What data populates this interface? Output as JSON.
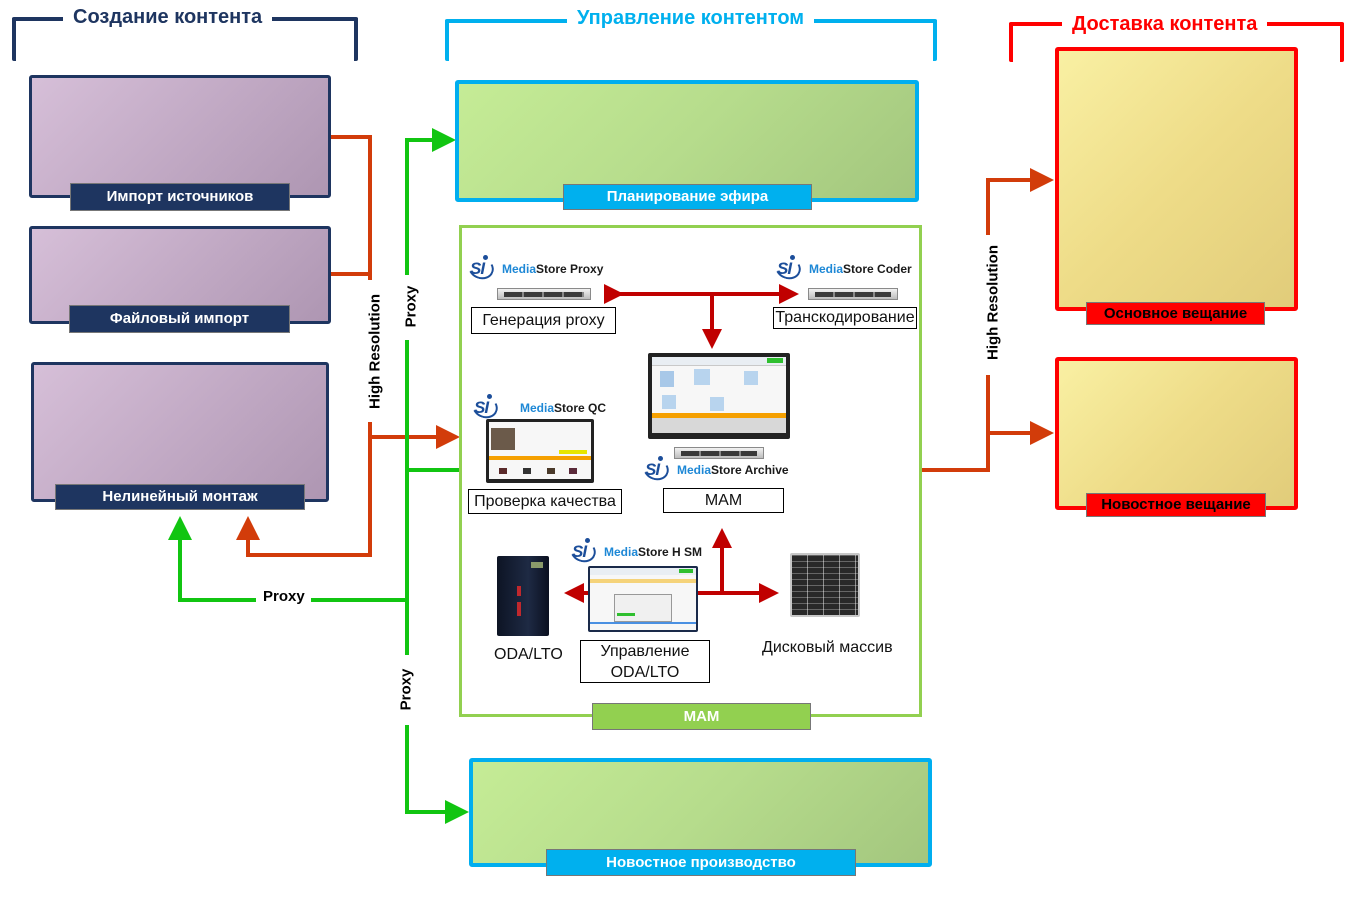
{
  "sections": {
    "creation": {
      "title": "Создание контента",
      "color": "#1e3560"
    },
    "management": {
      "title": "Управление контентом",
      "color": "#00b0ee"
    },
    "delivery": {
      "title": "Доставка контента",
      "color": "#ff0000"
    }
  },
  "creation_boxes": [
    {
      "label": "Импорт источников"
    },
    {
      "label": "Файловый импорт"
    },
    {
      "label": "Нелинейный монтаж"
    }
  ],
  "management_boxes": {
    "planning": {
      "label": "Планирование эфира"
    },
    "news_production": {
      "label": "Новостное производство"
    }
  },
  "delivery_boxes": [
    {
      "label": "Основное вещание"
    },
    {
      "label": "Новостное вещание"
    }
  ],
  "mam": {
    "frame_label": "MAM",
    "components": {
      "proxy": {
        "brand_prefix": "Media",
        "brand_suffix": "Store Proxy",
        "caption": "Генерация proxy"
      },
      "coder": {
        "brand_prefix": "Media",
        "brand_suffix": "Store Coder",
        "caption": "Транскодирование"
      },
      "qc": {
        "brand_prefix": "Media",
        "brand_suffix": "Store QC",
        "caption": "Проверка качества"
      },
      "archive": {
        "brand_prefix": "Media",
        "brand_suffix": "Store Archive",
        "caption": "MAM"
      },
      "hsm": {
        "brand_prefix": "Media",
        "brand_suffix": "Store H SM",
        "caption_line1": "Управление",
        "caption_line2": "ODA/LTO"
      },
      "oda": {
        "caption": "ODA/LTO"
      },
      "disk": {
        "caption": "Дисковый массив"
      }
    },
    "logo_text": "SI"
  },
  "connectors": {
    "high_res_left": "High Resolution",
    "proxy_left_top": "Proxy",
    "proxy_left_bottom": "Proxy",
    "proxy_horizontal": "Proxy",
    "high_res_right": "High Resolution"
  },
  "colors": {
    "high_res_line": "#d23c0a",
    "proxy_line": "#11c511",
    "mam_internal": "#c00000"
  }
}
